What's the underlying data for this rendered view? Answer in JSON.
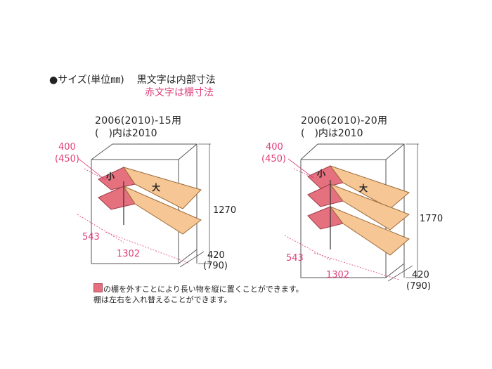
{
  "header": {
    "bullet": "●",
    "size_label": "サイズ(単位㎜)",
    "legend_black": "黒文字は内部寸法",
    "legend_red": "赤文字は棚寸法"
  },
  "units": [
    {
      "model": "2006(2010)-15用",
      "paren_note": "(　)内は2010",
      "depth_shelf": "400",
      "depth_shelf_alt": "(450)",
      "small_label": "小",
      "large_label": "大",
      "height": "1270",
      "small_width": "543",
      "total_width": "1302",
      "depth": "420",
      "depth_alt": "(790)"
    },
    {
      "model": "2006(2010)-20用",
      "paren_note": "(　)内は2010",
      "depth_shelf": "400",
      "depth_shelf_alt": "(450)",
      "small_label": "小",
      "large_label": "大",
      "height": "1770",
      "small_width": "543",
      "total_width": "1302",
      "depth": "420",
      "depth_alt": "(790)"
    }
  ],
  "notes": {
    "line1": "の棚を外すことにより長い物を縦に置くことができます。",
    "line2": "棚は左右を入れ替えることができます。"
  },
  "colors": {
    "small_shelf": "#e5707e",
    "large_shelf": "#f6c694",
    "dimension_pink": "#e0407a",
    "frame": "#555555"
  }
}
